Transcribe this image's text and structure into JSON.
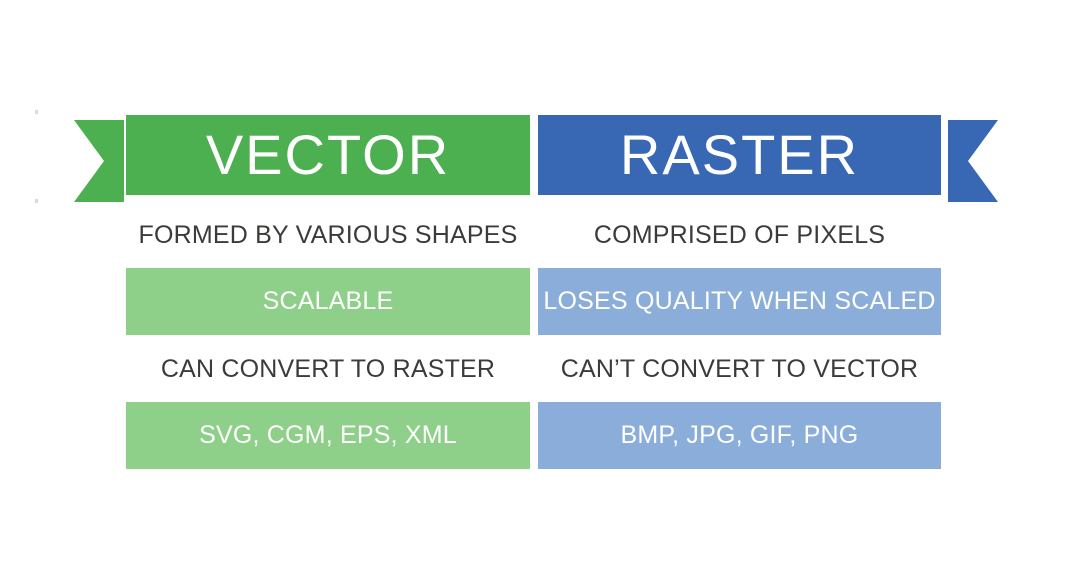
{
  "palette": {
    "background": "#ffffff",
    "vector_header": "#4caf50",
    "raster_header": "#3868b4",
    "vector_fill": "#8ed08a",
    "raster_fill": "#8badd9",
    "body_text": "#3b3b39",
    "header_text": "#ffffff",
    "fill_text": "#ffffff"
  },
  "columns": [
    {
      "key": "vector",
      "title": "VECTOR",
      "tail_icon": "ribbon-tail-left-icon",
      "rows": [
        {
          "style": "plain",
          "text": "FORMED BY VARIOUS SHAPES"
        },
        {
          "style": "filled",
          "text": "SCALABLE"
        },
        {
          "style": "plain",
          "text": "CAN CONVERT TO RASTER"
        },
        {
          "style": "filled",
          "text": "SVG, CGM, EPS, XML"
        }
      ]
    },
    {
      "key": "raster",
      "title": "RASTER",
      "tail_icon": "ribbon-tail-right-icon",
      "rows": [
        {
          "style": "plain",
          "text": "COMPRISED OF PIXELS"
        },
        {
          "style": "filled",
          "text": "LOSES QUALITY WHEN SCALED"
        },
        {
          "style": "plain",
          "text": "CAN’T CONVERT TO VECTOR"
        },
        {
          "style": "filled",
          "text": "BMP, JPG, GIF, PNG"
        }
      ]
    }
  ]
}
